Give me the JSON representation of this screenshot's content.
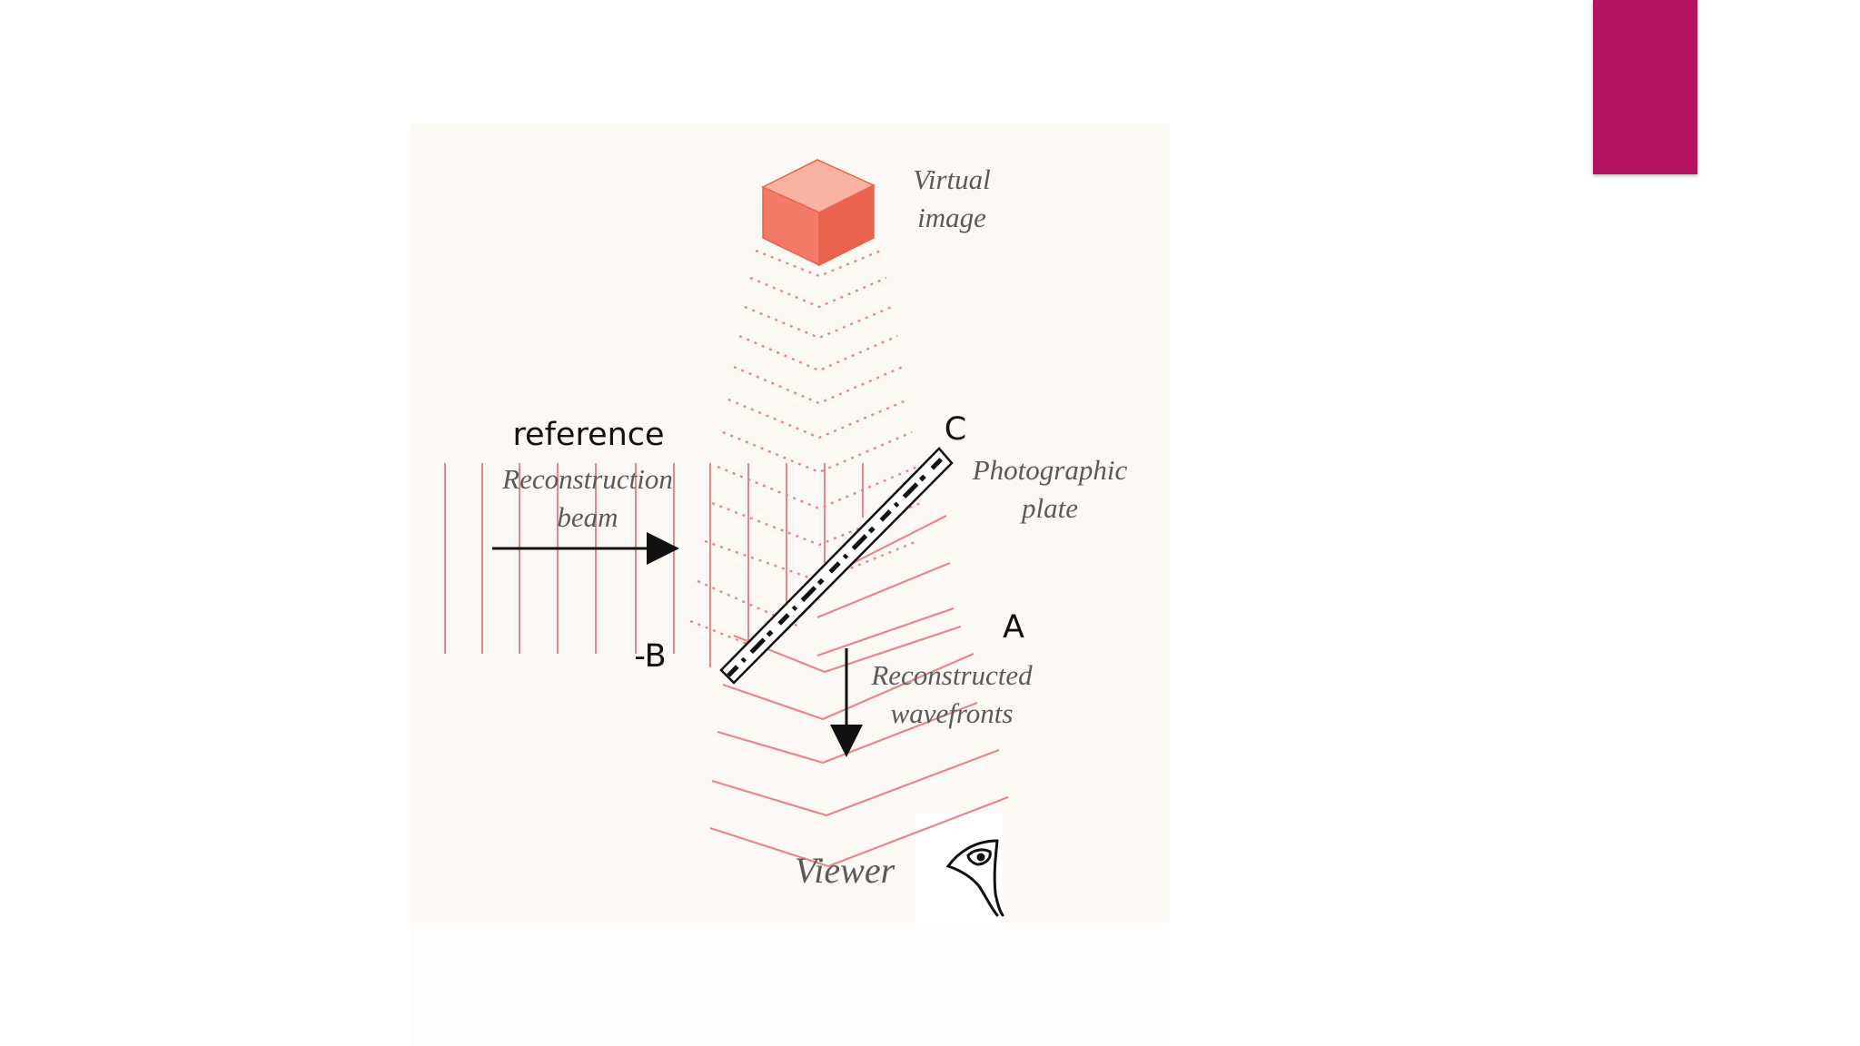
{
  "slide": {
    "accent_color": "#b5135d"
  },
  "diagram": {
    "labels": {
      "virtual_image_1": "Virtual",
      "virtual_image_2": "image",
      "photographic_plate_1": "Photographic",
      "photographic_plate_2": "plate",
      "reconstruction_beam_1": "Reconstruction",
      "reconstruction_beam_2": "beam",
      "reconstructed_wavefronts_1": "Reconstructed",
      "reconstructed_wavefronts_2": "wavefronts",
      "viewer": "Viewer"
    },
    "annotations": {
      "reference": "reference",
      "point_c": "C",
      "point_a": "A",
      "point_neg_b": "-B"
    },
    "colors": {
      "wave": "#e7868d",
      "cube_front": "#f27a66",
      "cube_top": "#f8b3a3",
      "cube_side": "#e9634f",
      "arrow": "#111111"
    },
    "icons": {
      "viewer": "eye-icon",
      "cube": "cube-icon"
    }
  }
}
